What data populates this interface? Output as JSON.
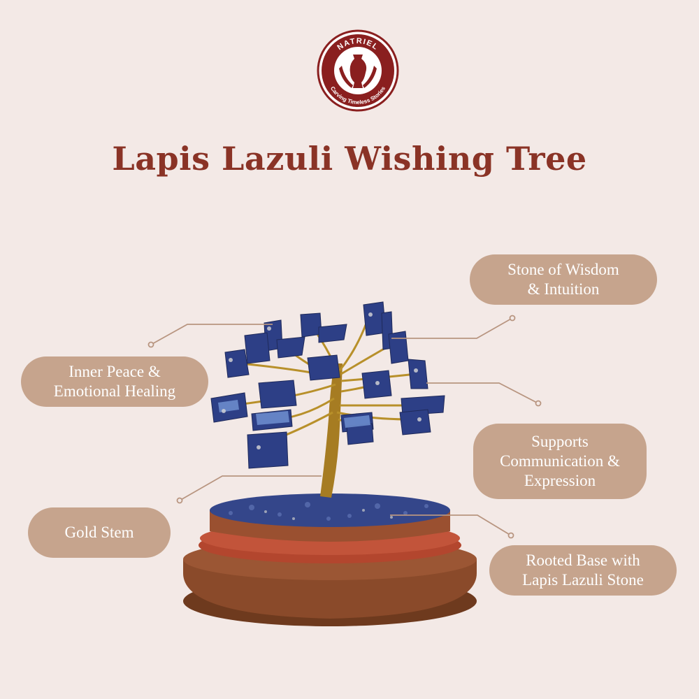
{
  "brand": {
    "name": "NATRIEL",
    "tagline": "Carving Timeless Stories",
    "color": "#8a1f1f"
  },
  "title": "Lapis Lazuli Wishing Tree",
  "features": [
    {
      "label": "Stone of Wisdom\n& Intuition"
    },
    {
      "label": "Inner Peace &\nEmotional Healing"
    },
    {
      "label": "Supports\nCommunication &\nExpression"
    },
    {
      "label": "Gold Stem"
    },
    {
      "label": "Rooted Base with\nLapis Lazuli Stone"
    }
  ],
  "colors": {
    "background": "#f3e9e6",
    "title": "#8a3326",
    "pill": "#c6a48d",
    "leader_line": "#b89580",
    "stone": "#2d3f86",
    "wire": "#b8902a",
    "wood": "#8a4a2a"
  }
}
